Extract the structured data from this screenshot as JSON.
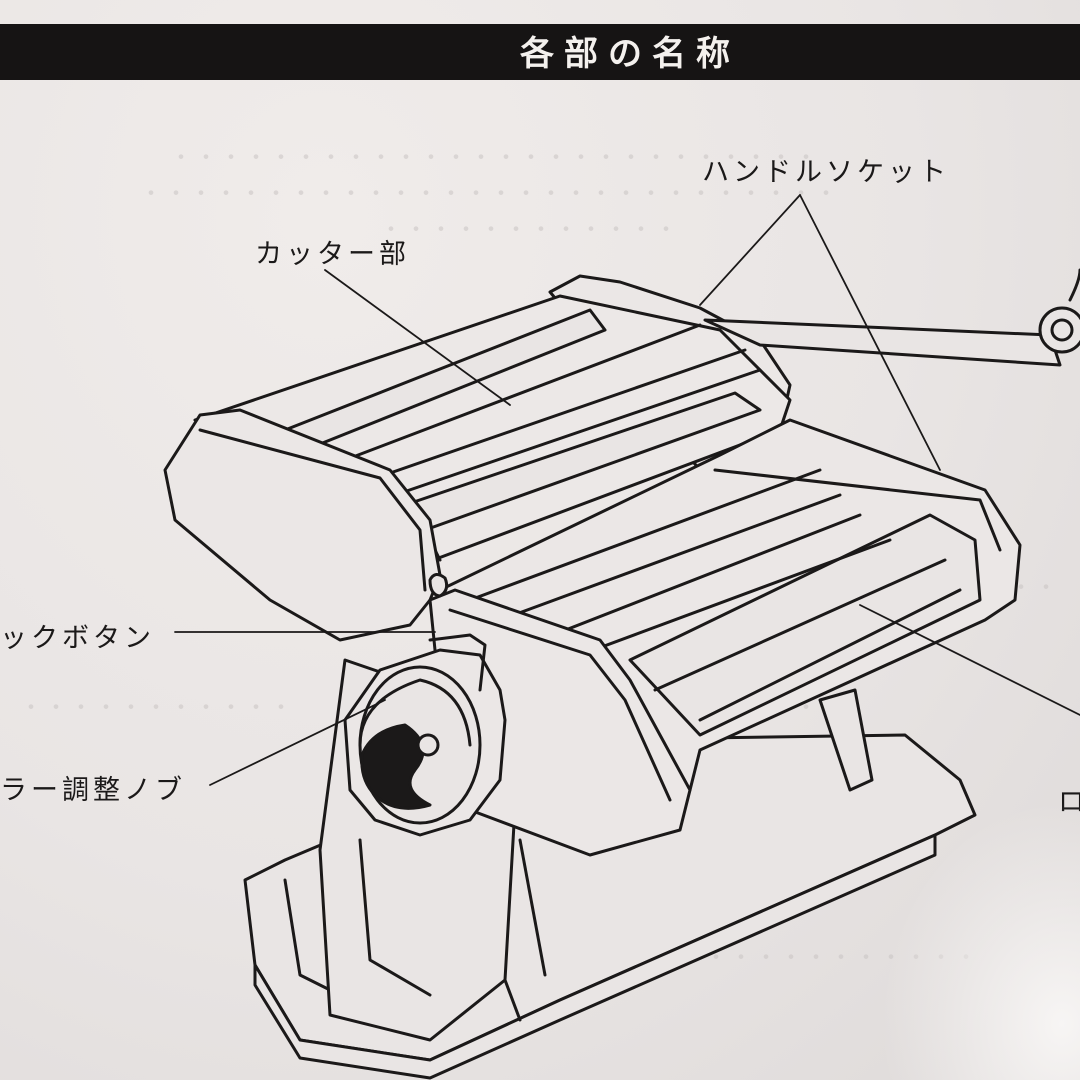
{
  "header": {
    "title": "各部の名称"
  },
  "labels": {
    "handle_socket": "ハンドルソケット",
    "cutter": "カッター部",
    "lock_button": "ックボタン",
    "roller_knob": "ラー調整ノブ",
    "roller_edge": "ロ"
  },
  "colors": {
    "header_bg": "#161414",
    "header_text": "#f4f1ee",
    "paper": "#e9e5e4",
    "ink": "#1b1919"
  }
}
